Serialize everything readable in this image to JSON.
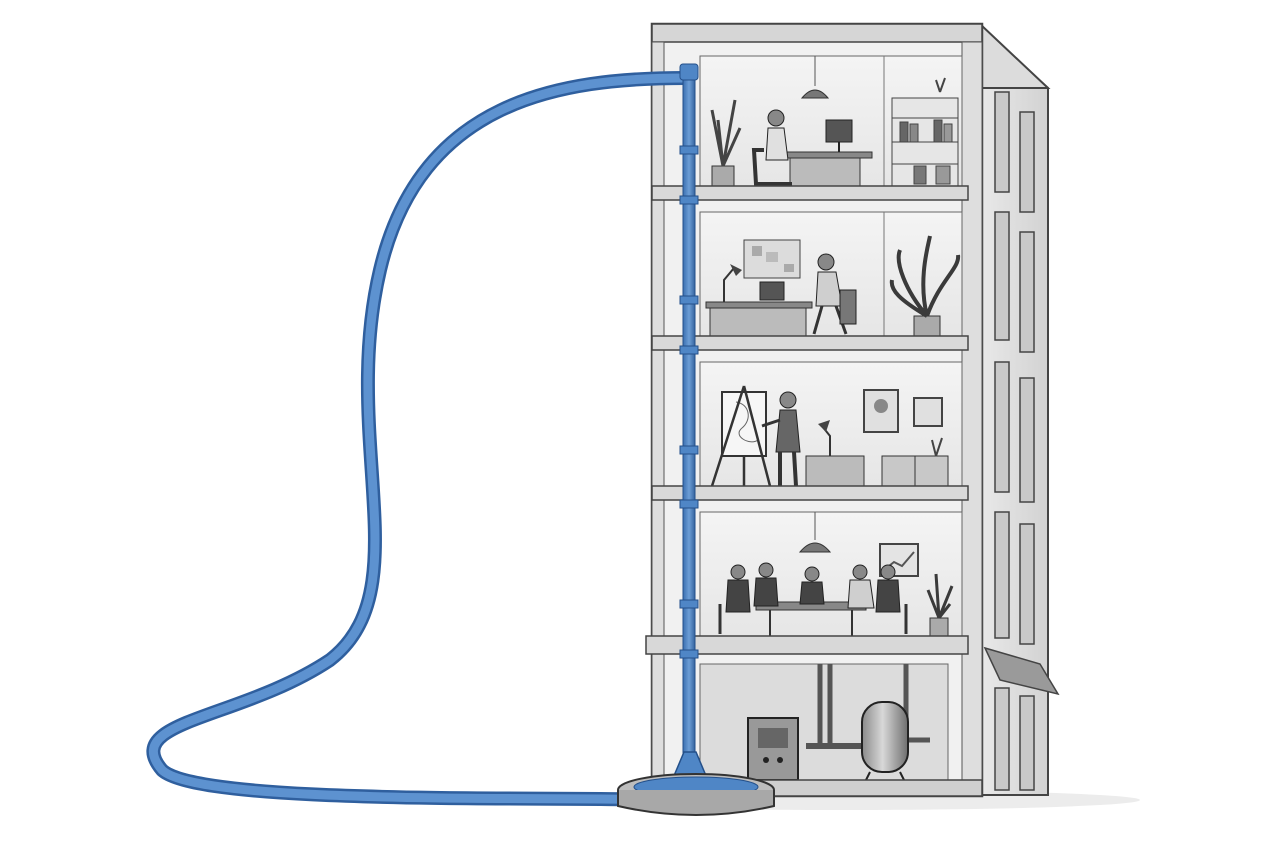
{
  "scene": {
    "subject": "building-cross-section",
    "floors": [
      {
        "name": "office",
        "people": 1,
        "objects": [
          "desk",
          "monitor",
          "chair",
          "plant",
          "bookshelf",
          "pendant-lamp"
        ]
      },
      {
        "name": "office",
        "people": 1,
        "objects": [
          "desk",
          "laptop",
          "chair",
          "desk-lamp",
          "corkboard",
          "plant"
        ]
      },
      {
        "name": "studio",
        "people": 1,
        "objects": [
          "easel",
          "canvas",
          "desk",
          "desk-lamp",
          "framed-pictures",
          "cabinet",
          "plant"
        ]
      },
      {
        "name": "meeting-room",
        "people": 5,
        "objects": [
          "table",
          "chairs",
          "pendant-lamp",
          "chart-frame",
          "plant"
        ]
      },
      {
        "name": "basement",
        "people": 0,
        "objects": [
          "control-box",
          "water-tank",
          "pipes"
        ]
      }
    ],
    "pipe_color": "#4f86c6",
    "sketch_color": "#4a4a4a"
  }
}
